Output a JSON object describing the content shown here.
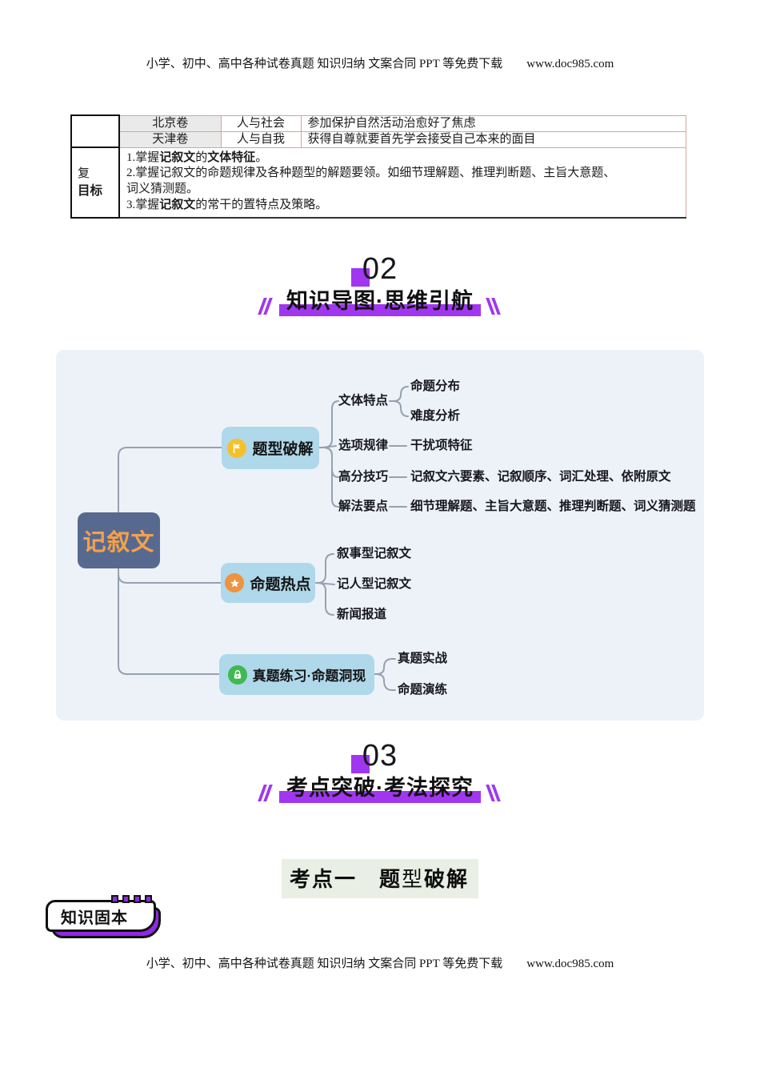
{
  "header": {
    "text": "小学、初中、高中各种试卷真题 知识归纳 文案合同 PPT 等免费下载",
    "url": "www.doc985.com"
  },
  "footer": {
    "text": "小学、初中、高中各种试卷真题 知识归纳 文案合同 PPT 等免费下载",
    "url": "www.doc985.com"
  },
  "table": {
    "rows": [
      {
        "paper": "北京卷",
        "theme": "人与社会",
        "desc": "参加保护自然活动治愈好了焦虑"
      },
      {
        "paper": "天津卷",
        "theme": "人与自我",
        "desc": "获得自尊就要首先学会接受自己本来的面目"
      }
    ],
    "goal_header": {
      "line1": "复",
      "line2": "目标"
    },
    "goals": {
      "g1": {
        "a": "1.掌握",
        "b": "记叙文",
        "c": "的",
        "d": "文体特征",
        "e": "。"
      },
      "g2": {
        "a": "2.掌握记叙文的命题规律及各种题型的解题要领。如细节理解题、推理判断题、主旨大意题、",
        "b": "词义猜测题。"
      },
      "g3": {
        "a": "3.掌握",
        "b": "记叙文",
        "c": "的常干的置特点及策略。"
      }
    }
  },
  "section02": {
    "number": "02",
    "title": "知识导图·思维引航"
  },
  "section03": {
    "number": "03",
    "title": "考点突破·考法探究"
  },
  "mindmap": {
    "root": "记叙文",
    "branch1": {
      "label": "题型破解",
      "icon": "flag-icon",
      "sub1": {
        "label": "文体特点",
        "leaf1": "命题分布",
        "leaf2": "难度分析"
      },
      "sub2": {
        "label": "选项规律",
        "leaf1": "干扰项特征"
      },
      "sub3": {
        "label": "高分技巧",
        "leaf1": "记叙文六要素、记叙顺序、词汇处理、依附原文"
      },
      "sub4": {
        "label": "解法要点",
        "leaf1": "细节理解题、主旨大意题、推理判断题、词义猜测题"
      }
    },
    "branch2": {
      "label": "命题热点",
      "icon": "star-icon",
      "leaf1": "叙事型记叙文",
      "leaf2": "记人型记叙文",
      "leaf3": "新闻报道"
    },
    "branch3": {
      "label": "真题练习·命题洞现",
      "icon": "lock-icon",
      "leaf1": "真题实战",
      "leaf2": "命题演练"
    }
  },
  "kaodian": {
    "label": "考点一",
    "t1": "题",
    "t2": "型",
    "t3": "破解"
  },
  "badge": {
    "label": "知识固本"
  },
  "colors": {
    "accent_purple": "#a136f0",
    "badge_purple": "#8e2be0",
    "panel_blue": "#edf2f9",
    "root_node": "#58698f",
    "root_text_orange": "#f2a14d",
    "branch_node_blue": "#afd8ea",
    "connector_gray": "#95a1af",
    "table_border_pink": "#d2a59d",
    "table_cell_gray": "#eaeaea",
    "kaodian_bg": "#e9efe4",
    "flag_yellow": "#f5c12b",
    "star_orange": "#f0923e",
    "lock_green": "#3fb951"
  }
}
